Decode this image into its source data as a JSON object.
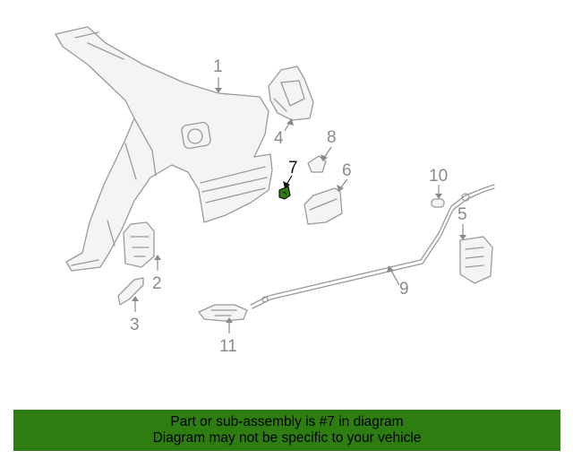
{
  "colors": {
    "banner_bg": "#2e7d10",
    "part_stroke": "#9a9a9a",
    "callout_text": "#8a8a8a",
    "highlight": "#111111",
    "highlight_part": "#2e7d10"
  },
  "callouts": {
    "c1": "1",
    "c2": "2",
    "c3": "3",
    "c4": "4",
    "c5": "5",
    "c6": "6",
    "c7": "7",
    "c8": "8",
    "c9": "9",
    "c10": "10",
    "c11": "11"
  },
  "banner": {
    "line1": "Part or sub-assembly is #7 in diagram",
    "line2": "Diagram may not be specific to your vehicle"
  }
}
